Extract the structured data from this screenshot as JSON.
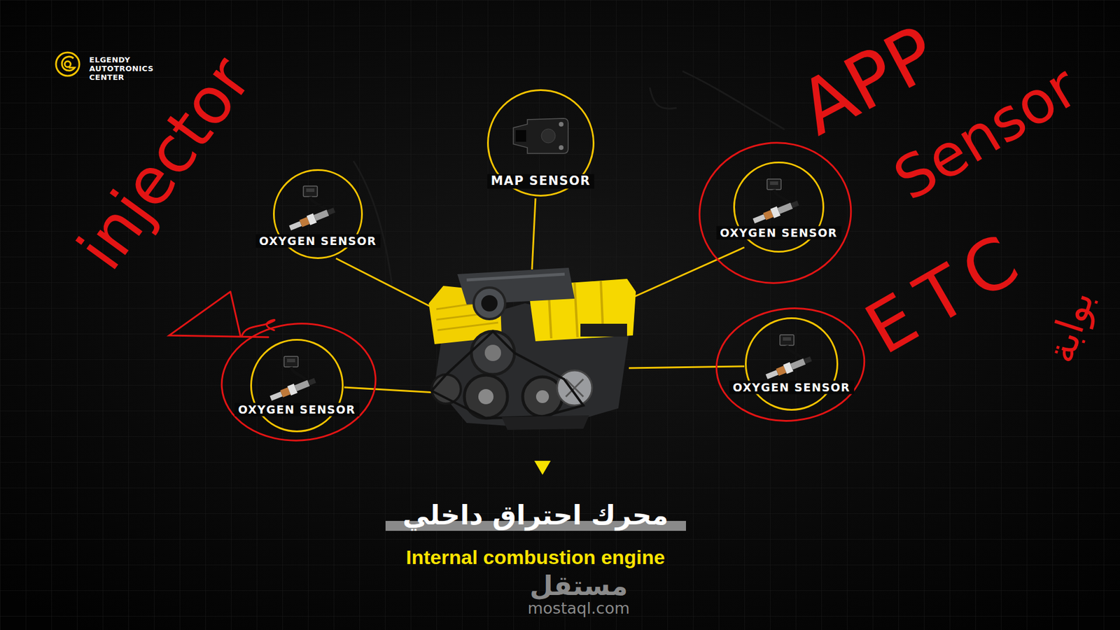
{
  "diagram": {
    "title": "محرك احتراق داخلي",
    "caption": "Internal combustion engine",
    "nodes": [
      {
        "text": [
          "MAP SENSOR"
        ]
      },
      {
        "text": [
          "OXYGEN SENSOR"
        ]
      },
      {
        "text": [
          "OXYGEN SENSOR"
        ]
      },
      {
        "text": [
          "OXYGEN SENSOR"
        ]
      },
      {
        "text": [
          "OXYGEN SENSOR"
        ]
      }
    ],
    "labels": [
      "ELGENDY AUTOTRONICS CENTER",
      "injector",
      "APP",
      "Sensor",
      "ETC",
      "بوابة",
      "مستقل",
      "mostaql.com"
    ]
  }
}
